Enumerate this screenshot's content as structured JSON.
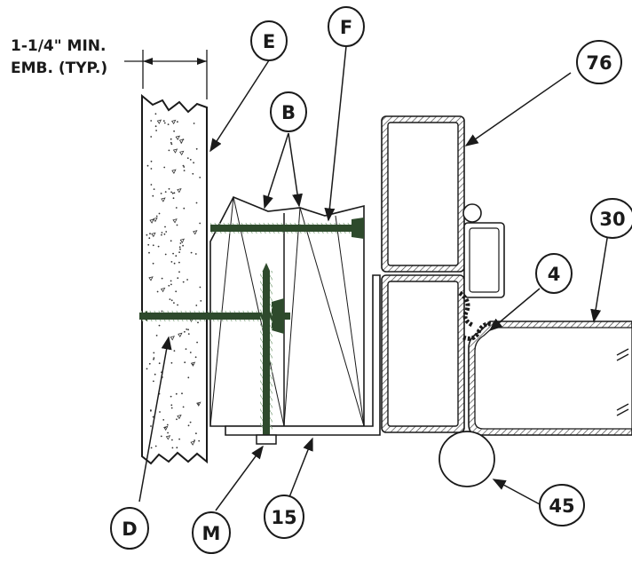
{
  "embedment_note": {
    "line1": "1-1/4\" MIN.",
    "line2": "EMB. (TYP.)"
  },
  "callouts": {
    "E": "E",
    "F": "F",
    "B": "B",
    "D": "D",
    "M": "M",
    "c15": "15",
    "c76": "76",
    "c30": "30",
    "c4": "4",
    "c45": "45"
  },
  "colors": {
    "line": "#1a1a1a",
    "screw": "#2e4a2c",
    "hatch": "#555555"
  }
}
